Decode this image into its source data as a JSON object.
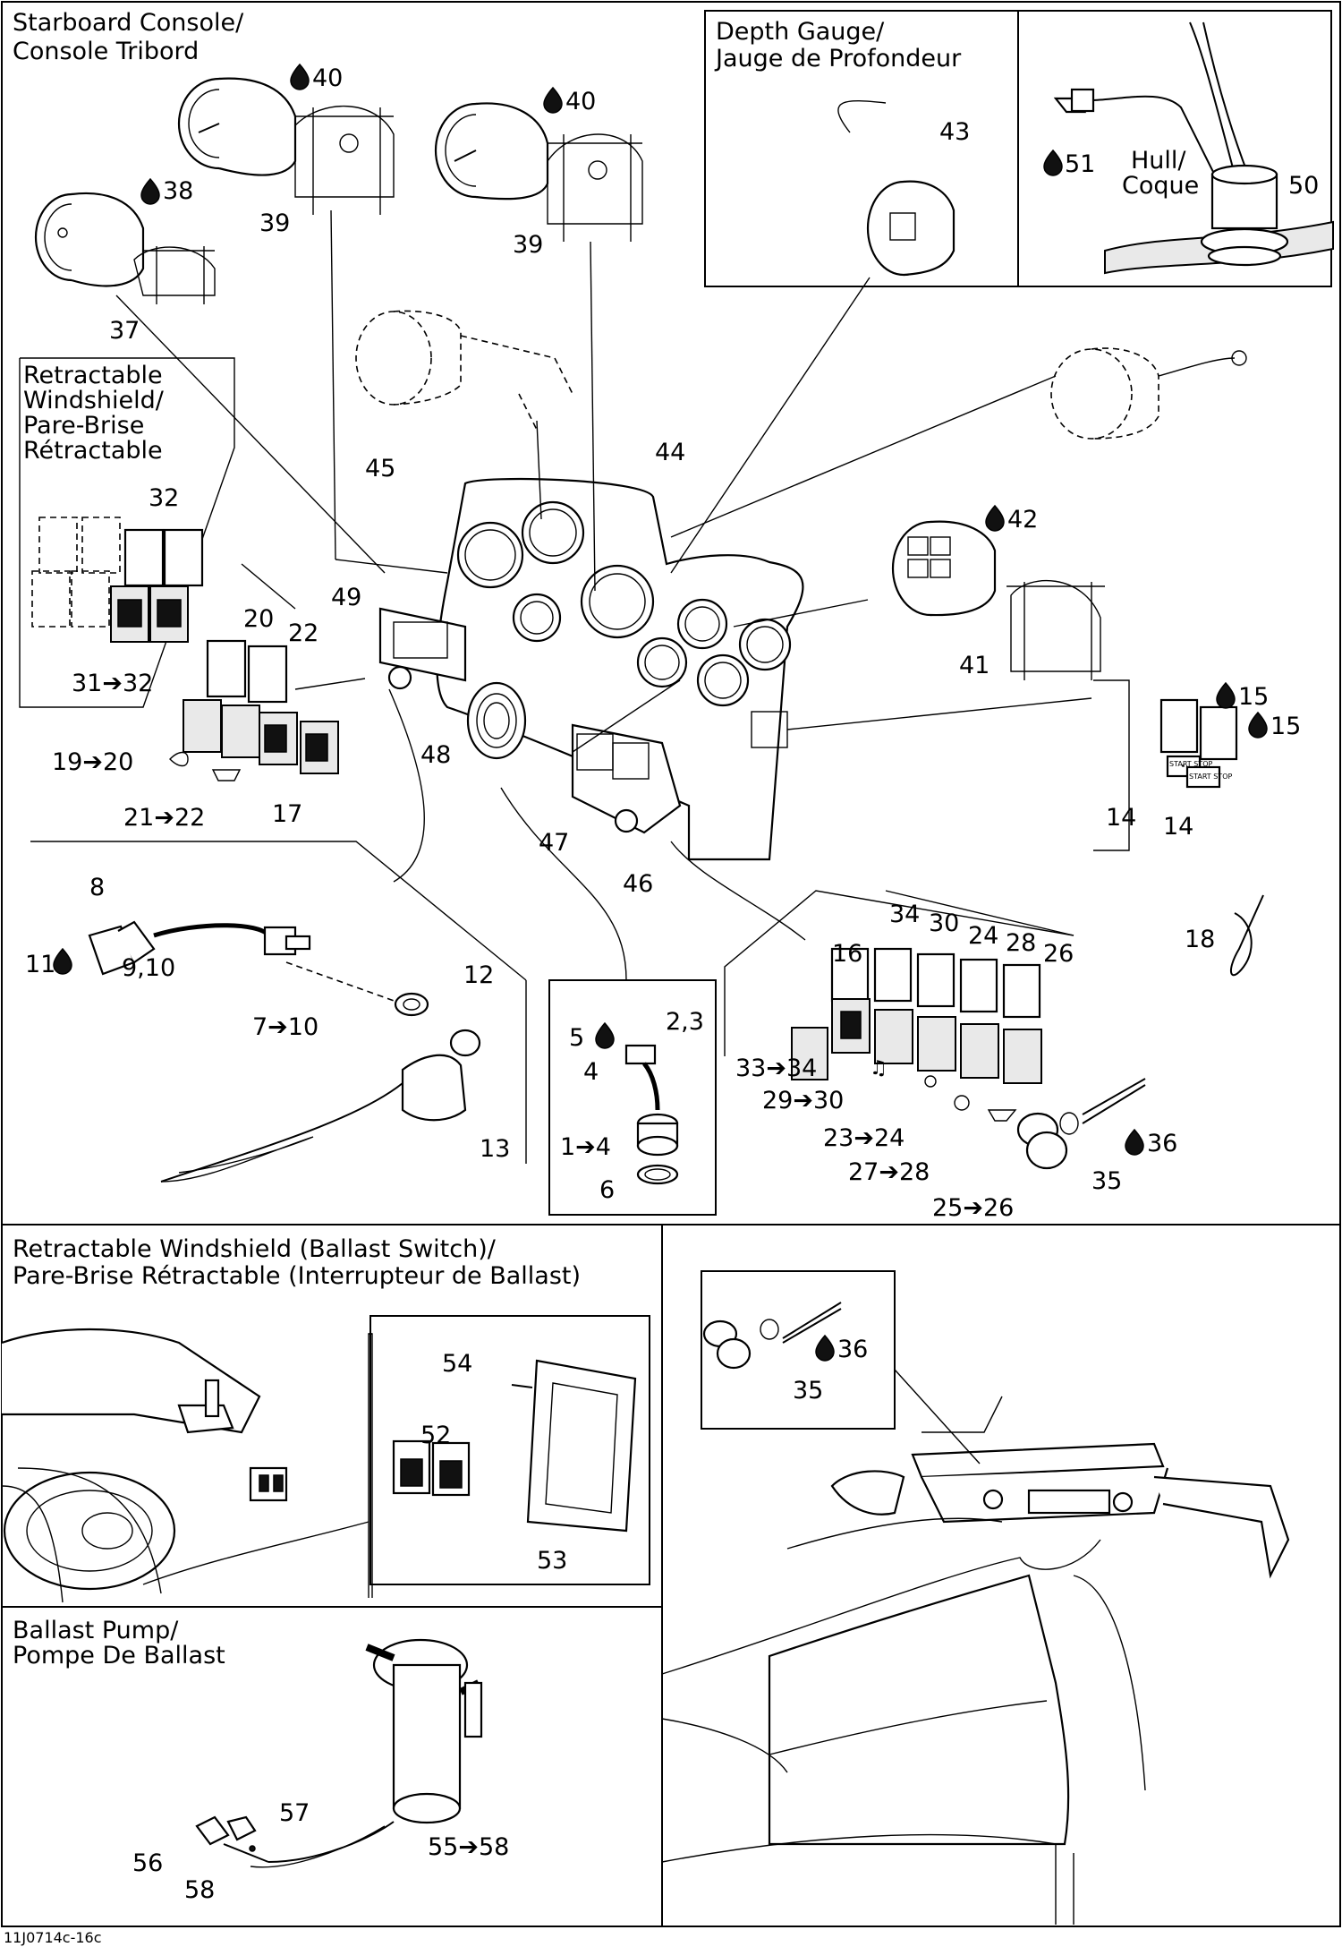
{
  "sections": {
    "starboard_console": [
      "Starboard Console/",
      "Console Tribord"
    ],
    "depth_gauge": [
      "Depth Gauge/",
      "Jauge de Profondeur"
    ],
    "hull": [
      "Hull/",
      "Coque"
    ],
    "retractable_windshield": [
      "Retractable",
      "Windshield/",
      "Pare-Brise",
      "Rétractable"
    ],
    "ballast_switch": [
      "Retractable Windshield (Ballast Switch)/",
      "Pare-Brise Rétractable (Interrupteur de Ballast)"
    ],
    "ballast_pump": [
      "Ballast Pump/",
      "Pompe De Ballast"
    ]
  },
  "callouts": {
    "c37": "37",
    "c38": "38",
    "c39a": "39",
    "c40a": "40",
    "c39b": "39",
    "c40b": "40",
    "c43": "43",
    "c51": "51",
    "c50": "50",
    "c44": "44",
    "c45": "45",
    "c42": "42",
    "c41": "41",
    "c49": "49",
    "c20": "20",
    "c22": "22",
    "c32": "32",
    "c31": "31➔32",
    "c19": "19➔20",
    "c21": "21➔22",
    "c17": "17",
    "c48": "48",
    "c47": "47",
    "c46": "46",
    "c15a": "15",
    "c15b": "15",
    "c14a": "14",
    "c14b": "14",
    "c8": "8",
    "c11": "11",
    "c910": "9,10",
    "c7": "7➔10",
    "c12": "12",
    "c13": "13",
    "c5": "5",
    "c23b": "2,3",
    "c4": "4",
    "c14to4": "1➔4",
    "c6": "6",
    "c34": "34",
    "c30": "30",
    "c24": "24",
    "c28": "28",
    "c26": "26",
    "c16": "16",
    "c33": "33➔34",
    "c29": "29➔30",
    "c2324": "23➔24",
    "c2728": "27➔28",
    "c2526": "25➔26",
    "c36a": "36",
    "c35a": "35",
    "c18": "18",
    "c54": "54",
    "c52": "52",
    "c53": "53",
    "c36b": "36",
    "c35b": "35",
    "c57": "57",
    "c56": "56",
    "c5558": "55➔58",
    "c58": "58"
  },
  "switch_text": {
    "start_stop": "START STOP"
  },
  "footer": {
    "code": "11J0714c-16c"
  }
}
